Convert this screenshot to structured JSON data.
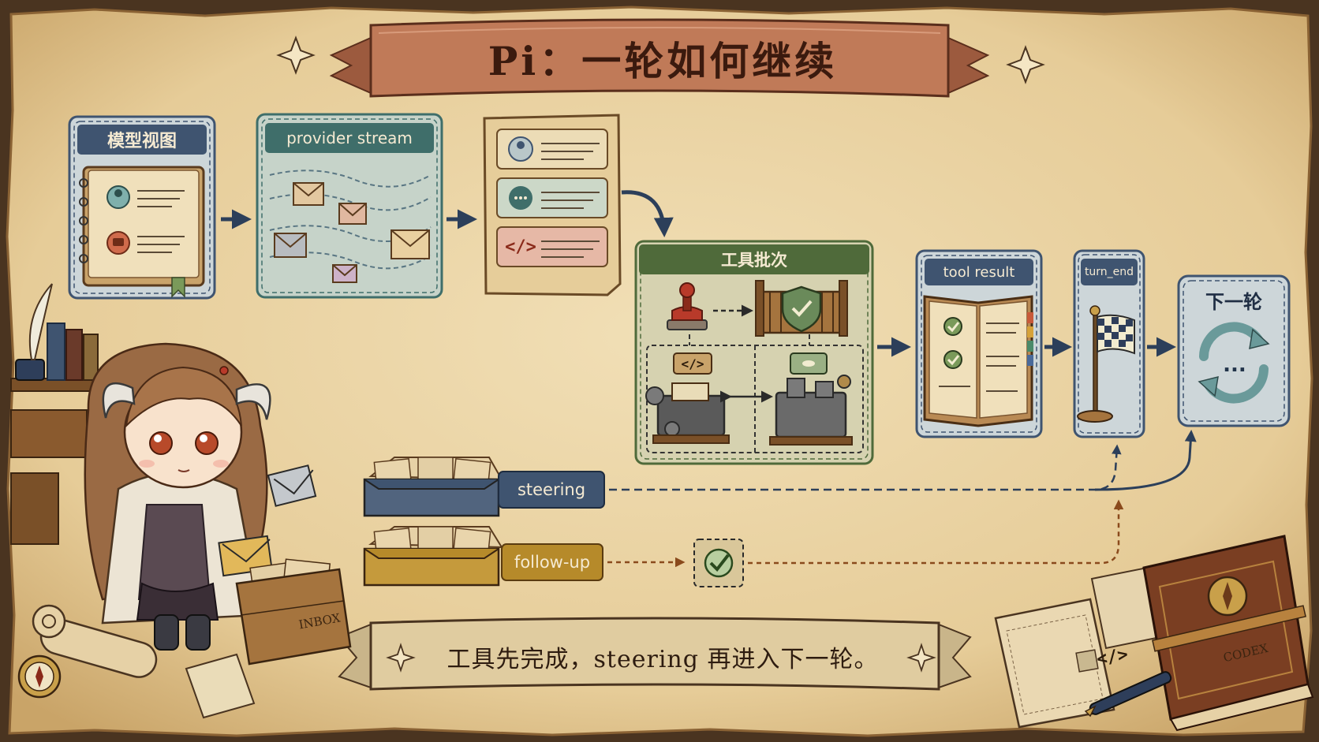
{
  "title": "Pi：一轮如何继续",
  "nodes": {
    "model_view": "模型视图",
    "provider_stream": "provider stream",
    "tool_batch": "工具批次",
    "tool_result": "tool result",
    "turn_end": "turn_end",
    "next_turn": "下一轮",
    "next_turn_dots": "..."
  },
  "queues": {
    "steering": "steering",
    "follow_up": "follow-up"
  },
  "code_tag": "</>",
  "inbox_label": "INBOX",
  "codex_label": "CODEX",
  "caption": "工具先完成，steering 再进入下一轮。",
  "colors": {
    "parchment": "#e9d4a8",
    "navy": "#3f5470",
    "teal": "#3f6e6a",
    "green": "#4f6a3a",
    "mustard": "#b68a2a",
    "brown_ribbon": "#b86f4f"
  }
}
